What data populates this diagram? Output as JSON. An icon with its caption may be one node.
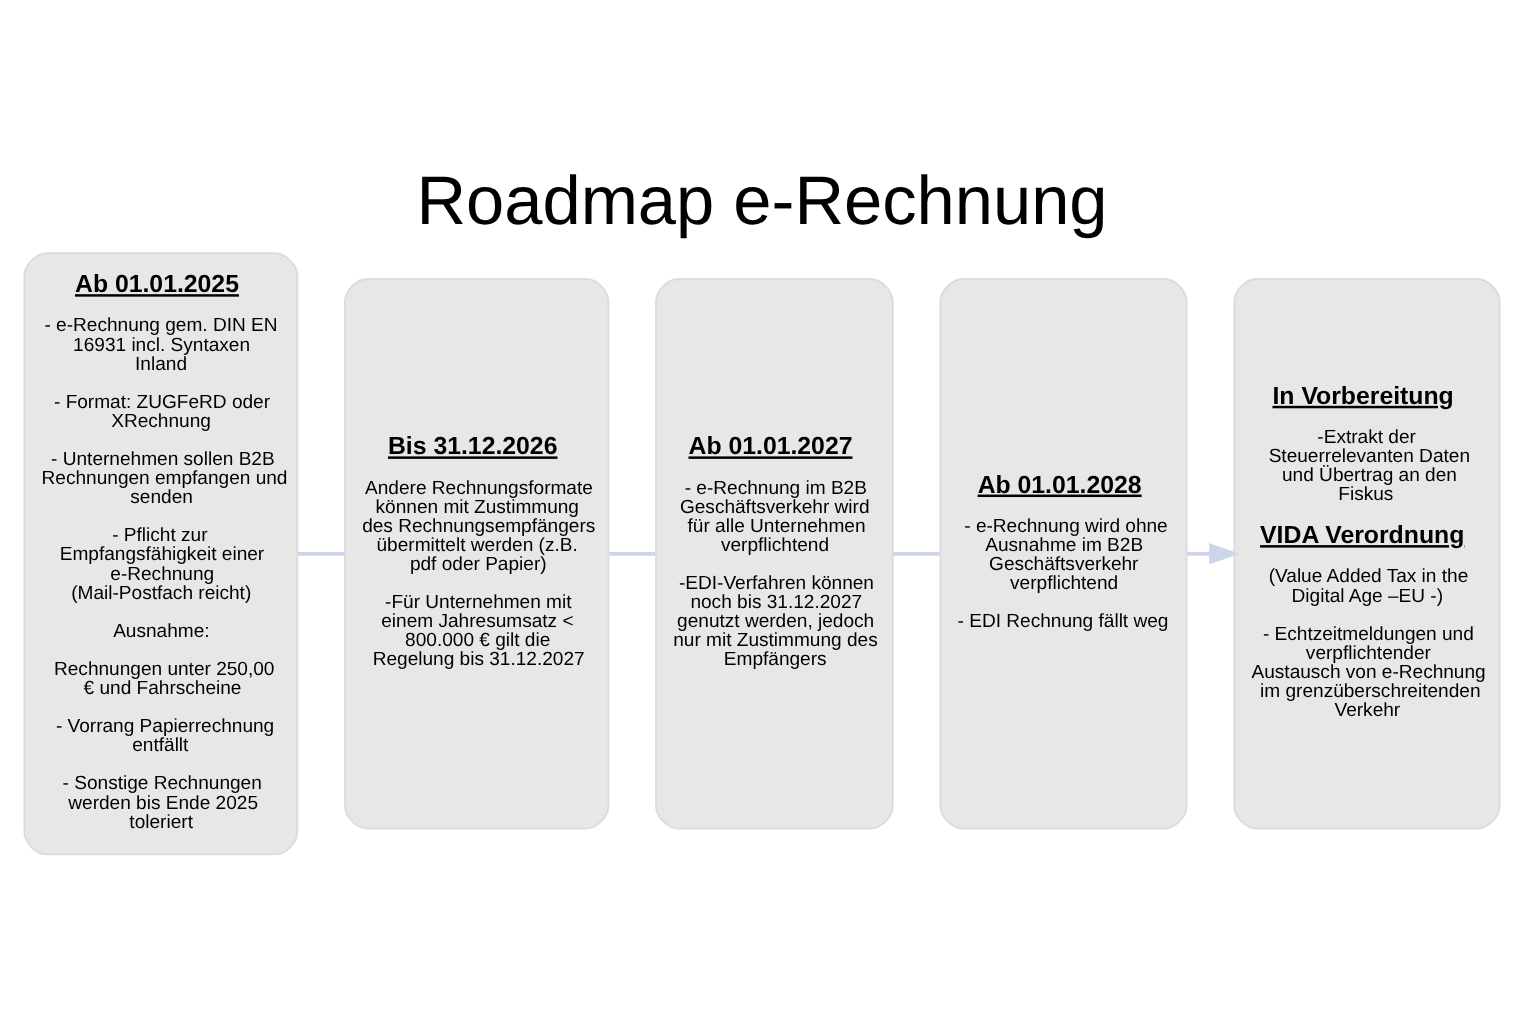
{
  "diagram": {
    "title": "Roadmap e-Rechnung",
    "nodes": [
      {
        "text": [
          "Ab 01.01.2025",
          "- e-Rechnung gem. DIN EN 16931 incl. Syntaxen Inland",
          "- Format: ZUGFeRD oder XRechnung",
          "- Unternehmen sollen B2B Rechnungen empfangen und senden",
          "- Pflicht zur Empfangsfähigkeit einer e-Rechnung (Mail-Postfach reicht)",
          "Ausnahme:",
          "Rechnungen unter 250,00 € und Fahrscheine",
          "- Vorrang Papierrechnung entfällt",
          "- Sonstige Rechnungen werden bis Ende 2025 toleriert"
        ]
      },
      {
        "text": [
          "Bis 31.12.2026",
          "Andere Rechnungsformate können mit Zustimmung des Rechnungsempfängers übermittelt werden (z.B. pdf oder Papier)",
          "-Für Unternehmen mit einem Jahresumsatz < 800.000 € gilt die Regelung bis 31.12.2027"
        ]
      },
      {
        "text": [
          "Ab 01.01.2027",
          "- e-Rechnung im B2B Geschäftsverkehr wird für alle Unternehmen verpflichtend",
          "-EDI-Verfahren können noch bis 31.12.2027 genutzt werden, jedoch nur mit Zustimmung des Empfängers"
        ]
      },
      {
        "text": [
          "Ab 01.01.2028",
          "- e-Rechnung wird ohne Ausnahme im B2B Geschäftsverkehr verpflichtend",
          "- EDI Rechnung fällt weg"
        ]
      },
      {
        "text": [
          "In Vorbereitung",
          "-Extrakt der Steuerrelevanten Daten und Übertrag an den Fiskus",
          "VIDA Verordnung",
          "(Value Added Tax in the Digital Age –EU -)",
          "- Echtzeitmeldungen und verpflichtender Austausch von e-Rechnung im grenzüberschreitenden Verkehr"
        ]
      }
    ],
    "edges": [
      {
        "from": 0,
        "to": 1,
        "arrow": "none",
        "color": "#cdd5ea"
      },
      {
        "from": 1,
        "to": 2,
        "arrow": "none",
        "color": "#cdd5ea"
      },
      {
        "from": 2,
        "to": 3,
        "arrow": "none",
        "color": "#cdd5ea"
      },
      {
        "from": 3,
        "to": 4,
        "arrow": "to",
        "color": "#cdd5ea"
      }
    ]
  }
}
